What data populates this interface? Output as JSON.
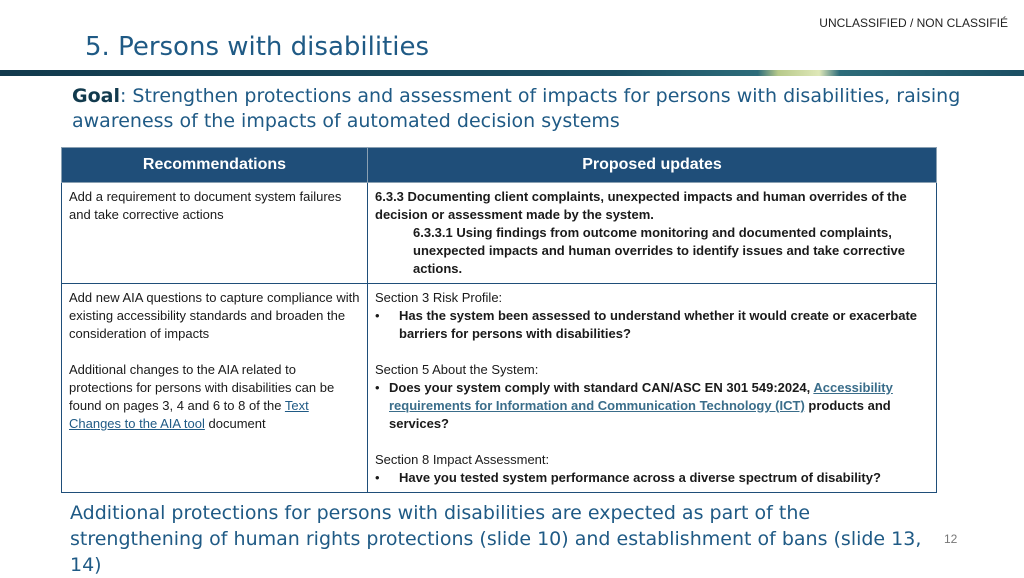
{
  "classification": "UNCLASSIFIED / NON CLASSIFIÉ",
  "title": "5. Persons with disabilities",
  "goal": {
    "label": "Goal",
    "text": ": Strengthen protections and assessment of impacts for persons with disabilities, raising awareness of the impacts of automated decision systems"
  },
  "table": {
    "headers": [
      "Recommendations",
      "Proposed updates"
    ],
    "row1": {
      "rec": "Add a requirement to document system failures and take corrective actions",
      "update_main": "6.3.3 Documenting client complaints, unexpected impacts and human overrides of the decision or assessment made by the system.",
      "update_sub": "6.3.3.1 Using findings from outcome monitoring and documented complaints, unexpected impacts and human overrides to identify issues and take corrective actions."
    },
    "row2": {
      "rec_p1": "Add new AIA questions to capture compliance with existing accessibility standards and broaden the consideration of impacts",
      "rec_p2": "Additional changes to the AIA related to protections for persons with disabilities can be found on pages 3, 4 and 6 to 8 of the",
      "rec_link": "Text Changes to the AIA tool",
      "rec_p2_end": " document",
      "s3_heading": "Section 3 Risk Profile:",
      "s3_bullet": "Has the system been assessed to understand whether it would create or exacerbate barriers for persons with disabilities?",
      "s5_heading": "Section 5 About the System:",
      "s5_bullet_start": "Does your system comply with standard CAN/ASC EN 301 549:2024,",
      "s5_link": "Accessibility requirements for Information and Communication Technology (ICT)",
      "s5_bullet_end": " products and services?",
      "s8_heading": "Section 8 Impact Assessment:",
      "s8_bullet": "Have you tested system performance across a diverse spectrum of disability?"
    }
  },
  "footer_note": "Additional protections for persons with disabilities are expected as part of the strengthening of human rights protections (slide 10) and establishment of bans (slide 13, 14)",
  "page_number": "12",
  "colors": {
    "title": "#1f5a85",
    "header_bg": "#1f4e79",
    "bar": "#1b4f63"
  }
}
